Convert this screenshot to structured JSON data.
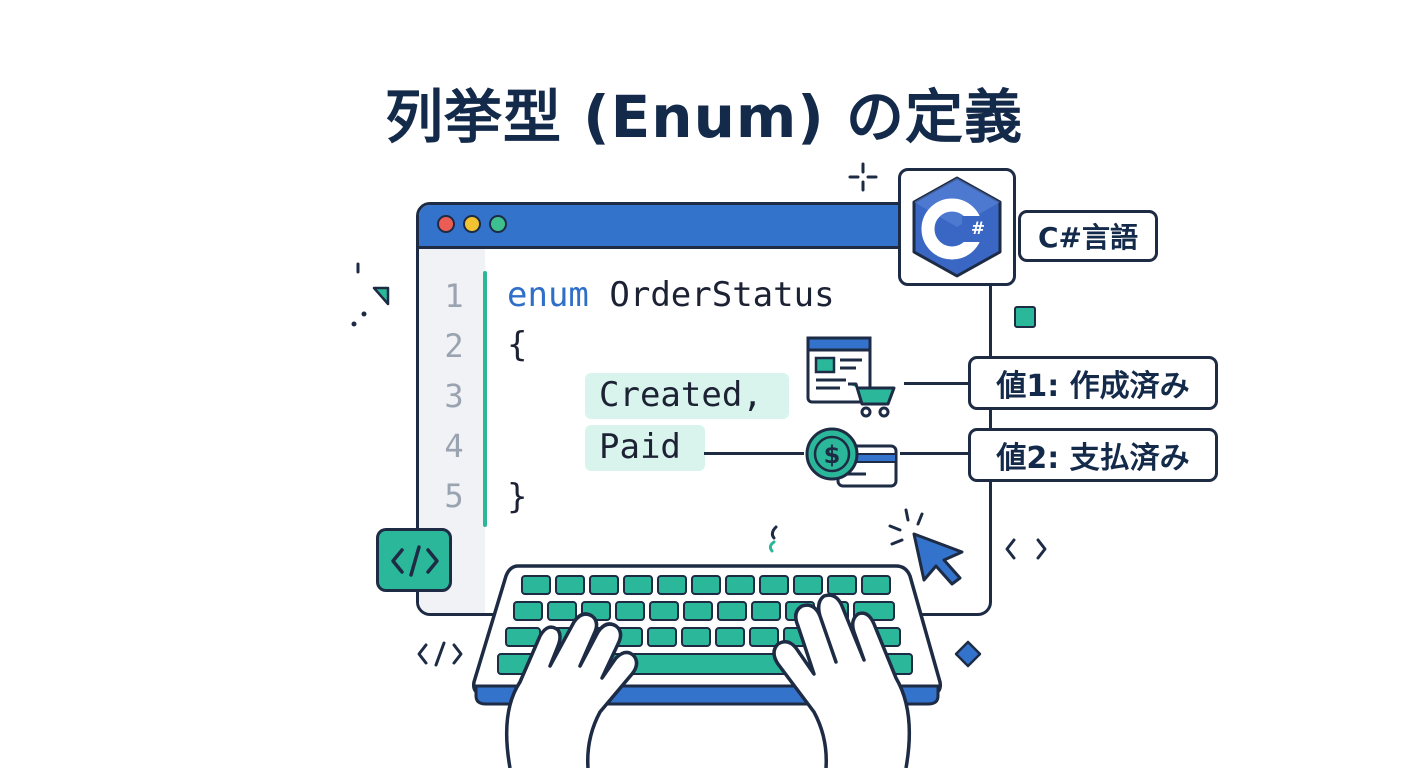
{
  "title": "列挙型 (Enum) の定義",
  "language_badge": {
    "logo_text": "C#",
    "label": "C#言語"
  },
  "editor": {
    "line_numbers": [
      "1",
      "2",
      "3",
      "4",
      "5"
    ],
    "code": {
      "keyword": "enum",
      "type_name": "OrderStatus",
      "open_brace": "{",
      "value1": "Created,",
      "value2": "Paid",
      "close_brace": "}"
    }
  },
  "annotations": {
    "value1_label": "値1: 作成済み",
    "value2_label": "値2: 支払済み"
  },
  "colors": {
    "navy": "#1d2b44",
    "blue": "#3473cc",
    "teal": "#2bb79a",
    "highlight": "#d9f4ec"
  },
  "icons": [
    "code-tag-icon",
    "shopping-cart-icon",
    "dollar-coin-icon",
    "credit-card-icon",
    "mouse-cursor-icon",
    "keyboard-icon",
    "hands-icon",
    "sparkle-icon"
  ]
}
